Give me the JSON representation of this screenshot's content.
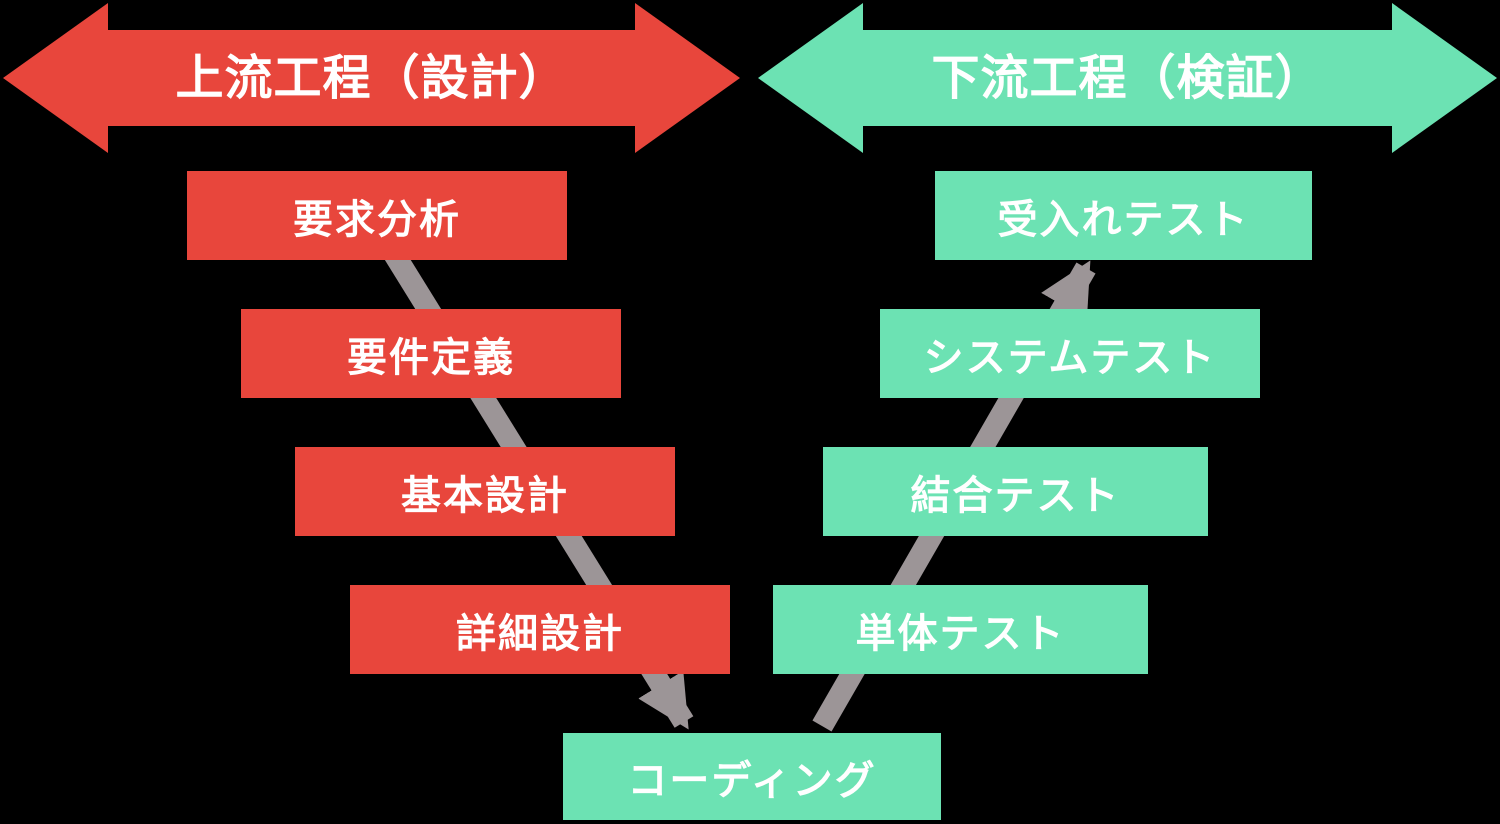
{
  "diagram": {
    "colors": {
      "red": "#e8463c",
      "green": "#6ce2b3",
      "gray": "#9c9597",
      "text": "#ffffff",
      "background": "#000000"
    },
    "upstream_arrow": {
      "label": "上流工程（設計）"
    },
    "downstream_arrow": {
      "label": "下流工程（検証）"
    },
    "design_steps": [
      {
        "label": "要求分析"
      },
      {
        "label": "要件定義"
      },
      {
        "label": "基本設計"
      },
      {
        "label": "詳細設計"
      }
    ],
    "test_steps": [
      {
        "label": "受入れテスト"
      },
      {
        "label": "システムテスト"
      },
      {
        "label": "結合テスト"
      },
      {
        "label": "単体テスト"
      }
    ],
    "coding_step": {
      "label": "コーディング"
    }
  }
}
